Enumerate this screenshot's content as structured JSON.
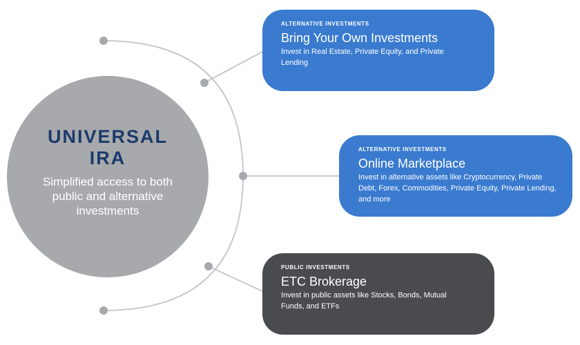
{
  "hub": {
    "title": "UNIVERSAL IRA",
    "subtitle": "Simplified access to both public and alternative investments"
  },
  "cards": [
    {
      "category": "ALTERNATIVE INVESTMENTS",
      "title": "Bring Your Own Investments",
      "description": "Invest in Real Estate, Private Equity, and Private Lending",
      "color": "#3a7bd0"
    },
    {
      "category": "ALTERNATIVE INVESTMENTS",
      "title": "Online Marketplace",
      "description": "Invest in alternative assets like Cryptocurrency, Private Debt, Forex, Commodities, Private Equity, Private Lending, and more",
      "color": "#3a7bd0"
    },
    {
      "category": "PUBLIC INVESTMENTS",
      "title": "ETC Brokerage",
      "description": "Invest in public assets like Stocks, Bonds, Mutual Funds, and ETFs",
      "color": "#4a4b4e"
    }
  ],
  "colors": {
    "hub_fill": "#a7a9ac",
    "hub_title": "#1b3a6b",
    "connector": "#c8c9cb",
    "node": "#a7a9ac"
  }
}
